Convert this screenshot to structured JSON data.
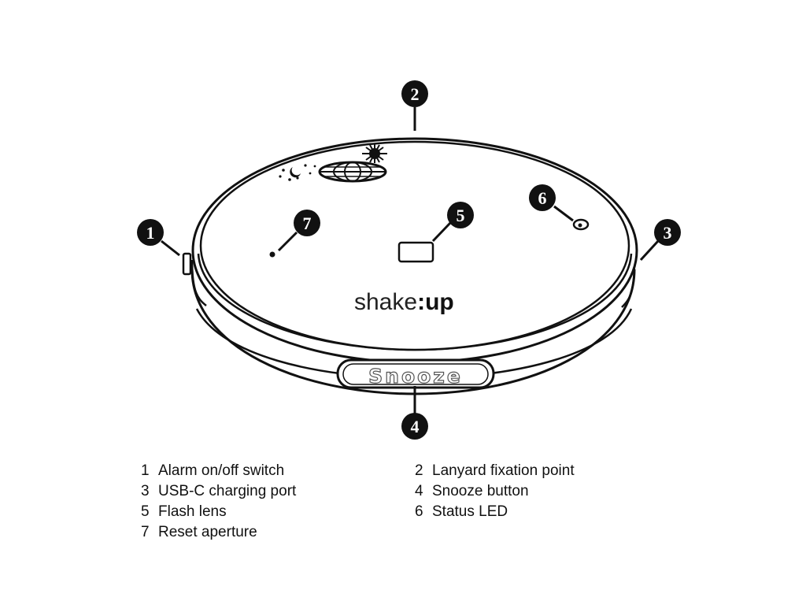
{
  "device": {
    "brand_prefix": "shake",
    "brand_suffix": "up",
    "snooze_label": "Snooze"
  },
  "callouts": [
    {
      "number": "1",
      "label": "Alarm on/off switch"
    },
    {
      "number": "2",
      "label": "Lanyard fixation point"
    },
    {
      "number": "3",
      "label": "USB-C charging port"
    },
    {
      "number": "4",
      "label": "Snooze button"
    },
    {
      "number": "5",
      "label": "Flash lens"
    },
    {
      "number": "6",
      "label": "Status LED"
    },
    {
      "number": "7",
      "label": "Reset aperture"
    }
  ],
  "colors": {
    "outline": "#111111",
    "badge": "#111111",
    "background": "#ffffff"
  },
  "icons": [
    "moon-stars-icon",
    "globe-icon",
    "sun-icon"
  ]
}
